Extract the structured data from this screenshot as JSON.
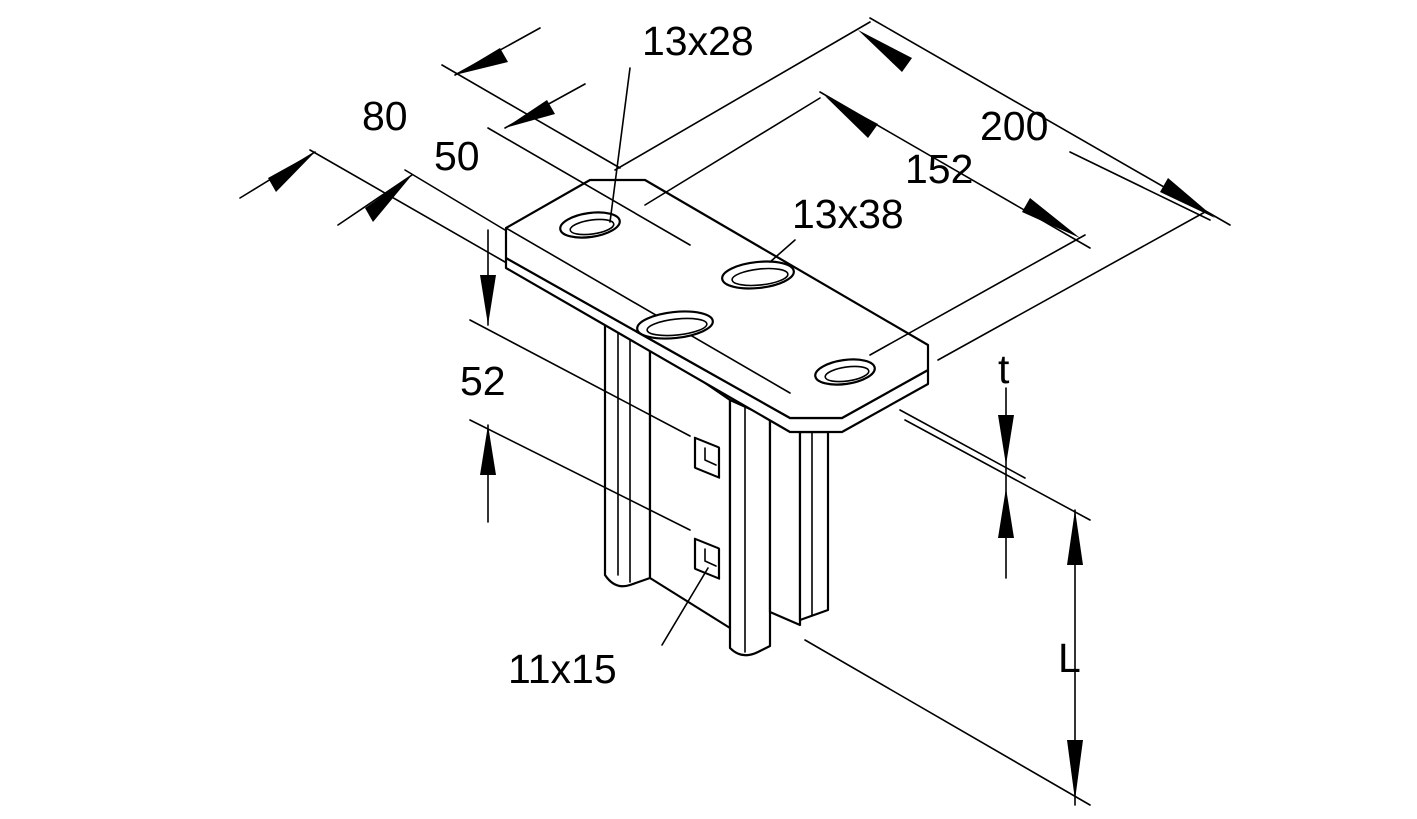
{
  "dimensions": {
    "slot_top": "13x28",
    "slot_side": "13x38",
    "hole_small": "11x15",
    "width_outer": "80",
    "width_inner": "50",
    "length_outer": "200",
    "length_inner": "152",
    "height_upper": "52",
    "thickness": "t",
    "length_var": "L"
  },
  "colors": {
    "line": "#000000",
    "background": "#ffffff"
  }
}
